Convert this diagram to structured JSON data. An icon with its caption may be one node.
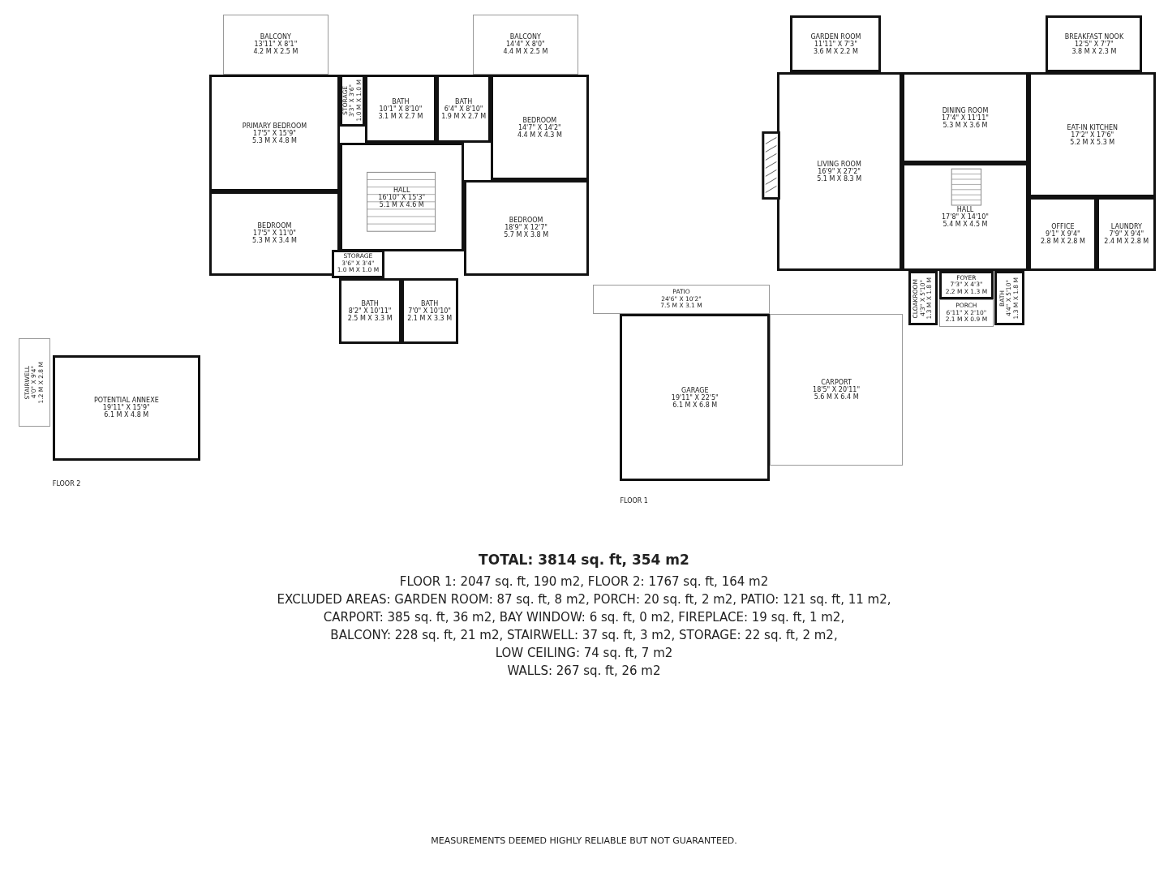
{
  "diagram": {
    "nodes": [
      {
        "text": [
          "BALCONY",
          "13'11\" X 8'1\"",
          "4.2 M X 2.5 M"
        ]
      },
      {
        "text": [
          "BALCONY",
          "14'4\" X 8'0\"",
          "4.4 M X 2.5 M"
        ]
      },
      {
        "text": [
          "PRIMARY BEDROOM",
          "17'5\" X 15'9\"",
          "5.3 M X 4.8 M"
        ]
      },
      {
        "text": [
          "STORAGE",
          "3'3\" X 3'6\"",
          "1.0 M X 1.0 M"
        ]
      },
      {
        "text": [
          "BATH",
          "10'1\" X 8'10\"",
          "3.1 M X 2.7 M"
        ]
      },
      {
        "text": [
          "BATH",
          "6'4\" X 8'10\"",
          "1.9 M X 2.7 M"
        ]
      },
      {
        "text": [
          "BEDROOM",
          "14'7\" X 14'2\"",
          "4.4 M X 4.3 M"
        ]
      },
      {
        "text": [
          "HALL",
          "16'10\" X 15'3\"",
          "5.1 M X 4.6 M"
        ]
      },
      {
        "text": [
          "BEDROOM",
          "17'5\" X 11'0\"",
          "5.3 M X 3.4 M"
        ]
      },
      {
        "text": [
          "BEDROOM",
          "18'9\" X 12'7\"",
          "5.7 M X 3.8 M"
        ]
      },
      {
        "text": [
          "STORAGE",
          "3'6\" X 3'4\"",
          "1.0 M X 1.0 M"
        ]
      },
      {
        "text": [
          "BATH",
          "8'2\" X 10'11\"",
          "2.5 M X 3.3 M"
        ]
      },
      {
        "text": [
          "BATH",
          "7'0\" X 10'10\"",
          "2.1 M X 3.3 M"
        ]
      },
      {
        "text": [
          "STAIRWELL",
          "4'0\" X 9'4\"",
          "1.2 M X 2.8 M"
        ]
      },
      {
        "text": [
          "POTENTIAL ANNEXE",
          "19'11\" X 15'9\"",
          "6.1 M X 4.8 M"
        ]
      },
      {
        "text": [
          "GARDEN ROOM",
          "11'11\" X 7'3\"",
          "3.6 M X 2.2 M"
        ]
      },
      {
        "text": [
          "BREAKFAST NOOK",
          "12'5\" X 7'7\"",
          "3.8 M X 2.3 M"
        ]
      },
      {
        "text": [
          "LIVING ROOM",
          "16'9\" X 27'2\"",
          "5.1 M X 8.3 M"
        ]
      },
      {
        "text": [
          "DINING ROOM",
          "17'4\" X 11'11\"",
          "5.3 M X 3.6 M"
        ]
      },
      {
        "text": [
          "EAT-IN KITCHEN",
          "17'2\" X 17'6\"",
          "5.2 M X 5.3 M"
        ]
      },
      {
        "text": [
          "HALL",
          "17'8\" X 14'10\"",
          "5.4 M X 4.5 M"
        ]
      },
      {
        "text": [
          "OFFICE",
          "9'1\" X 9'4\"",
          "2.8 M X 2.8 M"
        ]
      },
      {
        "text": [
          "LAUNDRY",
          "7'9\" X 9'4\"",
          "2.4 M X 2.8 M"
        ]
      },
      {
        "text": [
          "PATIO",
          "24'6\" X 10'2\"",
          "7.5 M X 3.1 M"
        ]
      },
      {
        "text": [
          "CLOAKROOM",
          "4'3\" X 5'10\"",
          "1.3 M X 1.8 M"
        ]
      },
      {
        "text": [
          "FOYER",
          "7'3\" X 4'3\"",
          "2.2 M X 1.3 M"
        ]
      },
      {
        "text": [
          "PORCH",
          "6'11\" X 2'10\"",
          "2.1 M X 0.9 M"
        ]
      },
      {
        "text": [
          "BATH",
          "4'4\" X 5'10\"",
          "1.3 M X 1.8 M"
        ]
      },
      {
        "text": [
          "GARAGE",
          "19'11\" X 22'5\"",
          "6.1 M X 6.8 M"
        ]
      },
      {
        "text": [
          "CARPORT",
          "18'5\" X 20'11\"",
          "5.6 M X 6.4 M"
        ]
      }
    ],
    "edges": [],
    "labels": [
      "FLOOR 2",
      "FLOOR 1",
      "TOTAL: 3814 sq. ft, 354 m2",
      "FLOOR 1: 2047 sq. ft, 190 m2, FLOOR 2: 1767 sq. ft, 164 m2",
      "EXCLUDED AREAS: GARDEN ROOM: 87 sq. ft, 8 m2, PORCH: 20 sq. ft, 2 m2, PATIO: 121 sq. ft, 11 m2,",
      "CARPORT: 385 sq. ft, 36 m2, BAY WINDOW: 6 sq. ft, 0 m2, FIREPLACE: 19 sq. ft, 1 m2,",
      "BALCONY: 228 sq. ft, 21 m2, STAIRWELL: 37 sq. ft, 3 m2, STORAGE: 22 sq. ft, 2 m2,",
      "LOW CEILING: 74 sq. ft, 7 m2",
      "WALLS: 267 sq. ft, 26 m2",
      "MEASUREMENTS DEEMED HIGHLY RELIABLE BUT NOT GUARANTEED."
    ]
  }
}
